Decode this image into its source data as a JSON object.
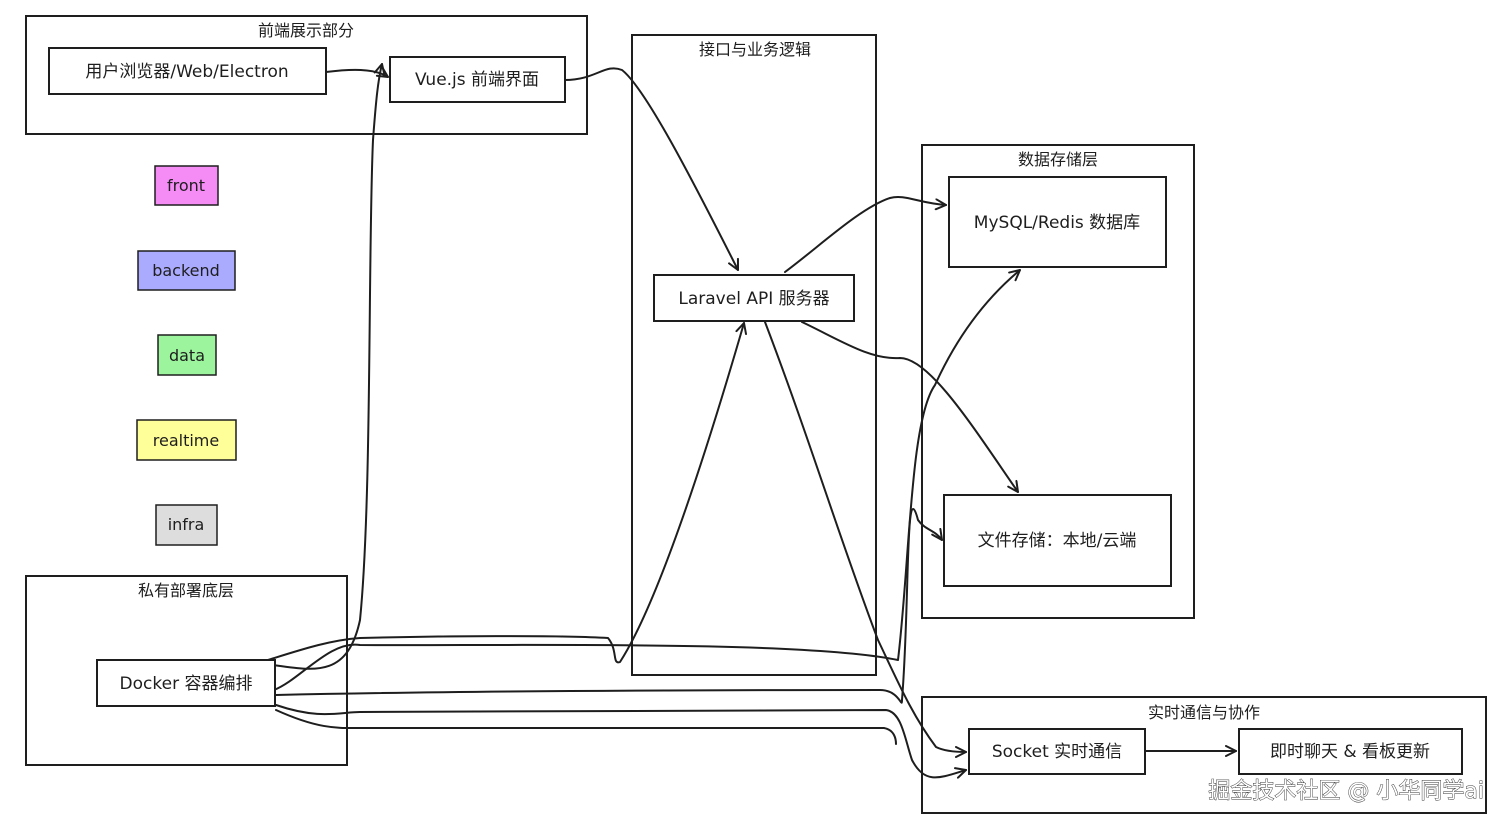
{
  "groups": {
    "frontend": "前端展示部分",
    "api": "接口与业务逻辑",
    "storage": "数据存储层",
    "infra": "私有部署底层",
    "realtime": "实时通信与协作"
  },
  "nodes": {
    "browser": "用户浏览器/Web/Electron",
    "vue": "Vue.js 前端界面",
    "laravel": "Laravel API 服务器",
    "db": "MySQL/Redis 数据库",
    "files": "文件存储：本地/云端",
    "docker": "Docker 容器编排",
    "socket": "Socket 实时通信",
    "chat": "即时聊天 & 看板更新"
  },
  "legend": [
    {
      "label": "front",
      "color": "#f58bf5"
    },
    {
      "label": "backend",
      "color": "#aaaaff"
    },
    {
      "label": "data",
      "color": "#9cf59c"
    },
    {
      "label": "realtime",
      "color": "#ffff99"
    },
    {
      "label": "infra",
      "color": "#dddddd"
    }
  ],
  "watermark": "掘金技术社区 @ 小华同学ai"
}
